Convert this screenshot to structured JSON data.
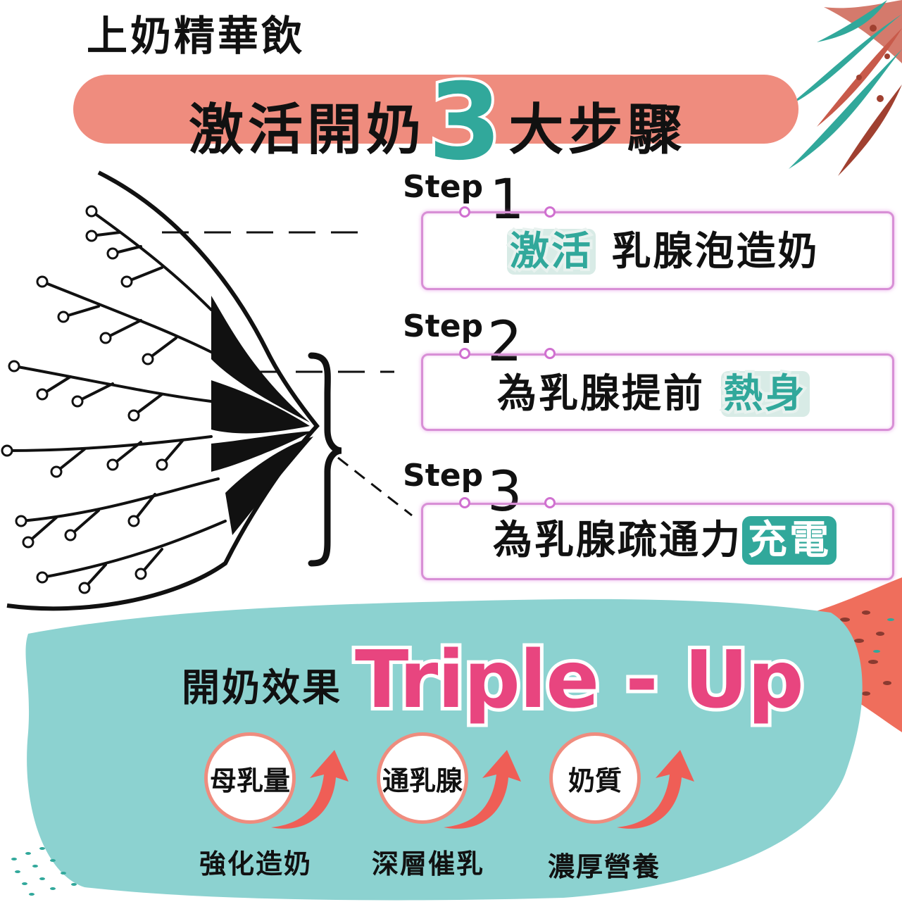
{
  "header": {
    "subtitle": "上奶精華飲",
    "title_part1": "激活開奶",
    "title_number": "3",
    "title_part2": "大步驟"
  },
  "steps": [
    {
      "label": "Step",
      "number": "1",
      "highlight": "激活",
      "text": "乳腺泡造奶"
    },
    {
      "label": "Step",
      "number": "2",
      "text": "為乳腺提前",
      "highlight": "熱身"
    },
    {
      "label": "Step",
      "number": "3",
      "text": "為乳腺疏通力",
      "highlight": "充電"
    }
  ],
  "effect": {
    "label": "開奶效果",
    "headline": "Triple - Up",
    "items": [
      {
        "circle": "母乳量",
        "caption": "強化造奶"
      },
      {
        "circle": "通乳腺",
        "caption": "深層催乳"
      },
      {
        "circle": "奶質",
        "caption": "濃厚營養"
      }
    ]
  },
  "colors": {
    "title_bar": "#ef8c7e",
    "teal": "#31a89b",
    "teal_light": "#8cd2d0",
    "pink": "#e8457f",
    "box_border": "#d88fd6",
    "arrow": "#ef5e56"
  }
}
